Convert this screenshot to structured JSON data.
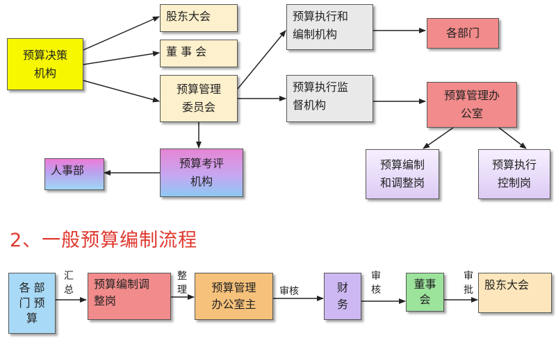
{
  "org": {
    "decision": "预算决策\n机构",
    "shareholders_meeting": "股东大会",
    "board": "董 事 会",
    "management_committee": "预算管理\n委员会",
    "execution_org": "预算执行和\n编制机构",
    "departments": "各部门",
    "supervision_org": "预算执行监\n督机构",
    "management_office": "预算管理办\n公室",
    "hr": "人事部",
    "evaluation_org": "预算考评\n机构",
    "compilation_post": "预算编制\n和调整岗",
    "control_post": "预算执行\n控制岗"
  },
  "section_title": "2、一般预算编制流程",
  "flow": {
    "dept_budget": "各 部\n门 预\n算",
    "summary_label": "汇\n总",
    "compile_adjust": "预算编制调\n整岗",
    "organize_label": "整\n理",
    "office_head": "预算管理\n办公室主",
    "review_label": "审核",
    "finance": "财\n务",
    "review_label2": "审\n核",
    "board": "董事\n会",
    "approve_label": "审\n批",
    "shareholders_meeting": "股东大会"
  }
}
